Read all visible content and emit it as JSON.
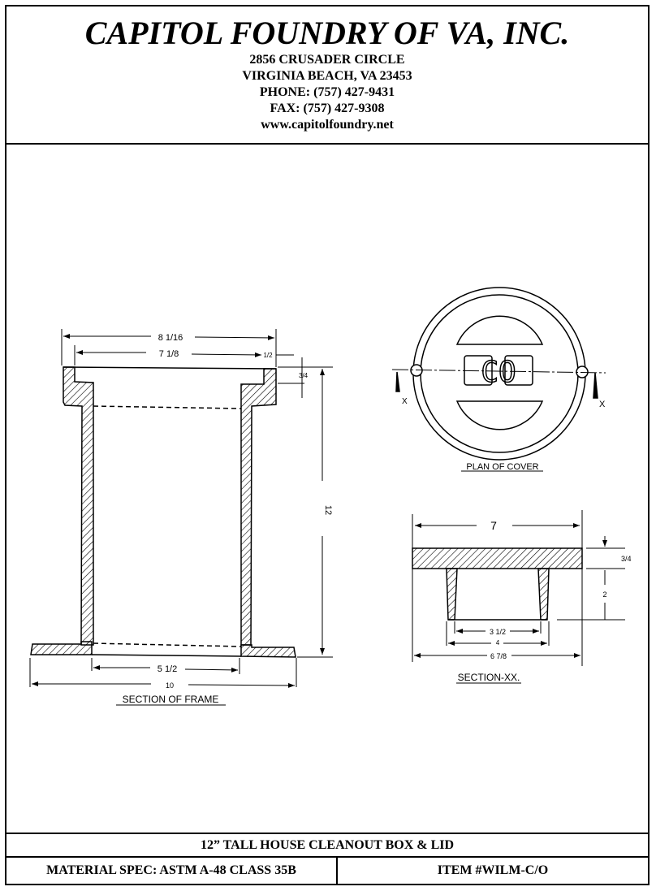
{
  "header": {
    "company": "CAPITOL FOUNDRY OF VA, INC.",
    "address1": "2856 CRUSADER CIRCLE",
    "address2": "VIRGINIA BEACH, VA 23453",
    "phone": "PHONE: (757) 427-9431",
    "fax": "FAX: (757) 427-9308",
    "website": "www.capitolfoundry.net"
  },
  "frame": {
    "label": "SECTION OF FRAME",
    "dim_overall_top": "8 1/16",
    "dim_inner_top": "7 1/8",
    "dim_lip": "1/2",
    "dim_recess": "3/4",
    "dim_height": "12",
    "dim_bore": "5 1/2",
    "dim_base": "10"
  },
  "cover_plan": {
    "label": "PLAN OF COVER",
    "lettering": "CO",
    "section_mark": "X"
  },
  "cover_section": {
    "label": "SECTION-XX.",
    "dim_width": "7",
    "dim_thickness": "3/4",
    "dim_skirt": "2",
    "dim_inner": "3 1/2",
    "dim_outer": "4",
    "dim_overall": "6 7/8"
  },
  "footer": {
    "title": "12” TALL HOUSE CLEANOUT BOX & LID",
    "material": "MATERIAL SPEC:  ASTM A-48 CLASS 35B",
    "item": "ITEM #WILM-C/O"
  }
}
